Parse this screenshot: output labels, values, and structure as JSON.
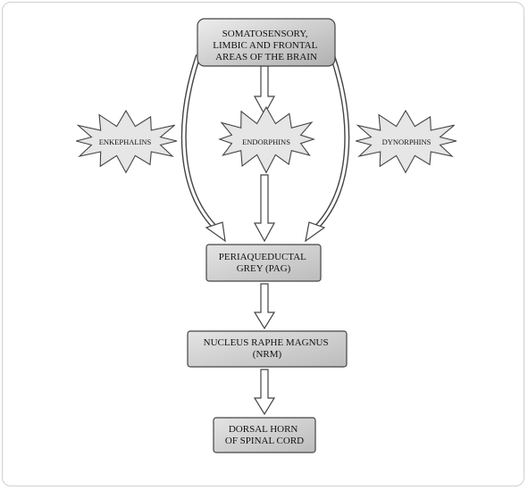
{
  "nodes": {
    "brain_areas": {
      "lines": [
        "SOMATOSENSORY,",
        "LIMBIC AND FRONTAL",
        "AREAS OF THE BRAIN"
      ]
    },
    "enkephalins": {
      "label": "ENKEPHALINS"
    },
    "endorphins": {
      "label": "ENDORPHINS"
    },
    "dynorphins": {
      "label": "DYNORPHINS"
    },
    "pag": {
      "lines": [
        "PERIAQUEDUCTAL",
        "GREY (PAG)"
      ]
    },
    "nrm": {
      "lines": [
        "NUCLEUS RAPHE MAGNUS",
        "(NRM)"
      ]
    },
    "dorsal_horn": {
      "lines": [
        "DORSAL HORN",
        "OF SPINAL CORD"
      ]
    }
  },
  "edges": [
    {
      "from": "brain_areas",
      "to": "endorphins"
    },
    {
      "from": "brain_areas",
      "to": "pag"
    },
    {
      "from": "brain_areas",
      "to": "pag"
    },
    {
      "from": "endorphins",
      "to": "pag"
    },
    {
      "from": "pag",
      "to": "nrm"
    },
    {
      "from": "nrm",
      "to": "dorsal_horn"
    }
  ],
  "colors": {
    "box_fill_light": "#e8e8e8",
    "box_fill_dark": "#b4b4b4",
    "star_fill": "#e6e6e6",
    "arrow_fill": "#ffffff",
    "stroke": "#444444"
  }
}
